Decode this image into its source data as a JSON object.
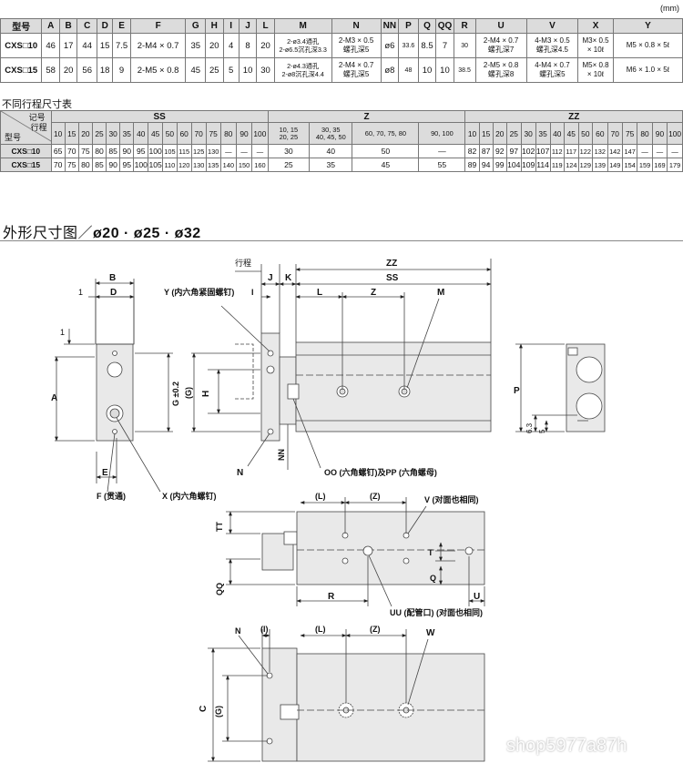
{
  "unit": "(mm)",
  "main_table": {
    "headers": [
      "型号",
      "A",
      "B",
      "C",
      "D",
      "E",
      "F",
      "G",
      "H",
      "I",
      "J",
      "L",
      "M",
      "N",
      "NN",
      "P",
      "Q",
      "QQ",
      "R",
      "U",
      "V",
      "X",
      "Y"
    ],
    "rows": [
      [
        "CXS□10",
        "46",
        "17",
        "44",
        "15",
        "7.5",
        "2-M4 × 0.7",
        "35",
        "20",
        "4",
        "8",
        "20",
        [
          "2-ø3.4通孔",
          "2-ø6.5沉孔深3.3"
        ],
        [
          "2-M3 × 0.5",
          "螺孔深5"
        ],
        "ø6",
        "33.6",
        "8.5",
        "7",
        "30",
        [
          "2-M4 × 0.7",
          "螺孔深7"
        ],
        [
          "4-M3 × 0.5",
          "螺孔深4.5"
        ],
        [
          "M3× 0.5",
          "× 10ℓ"
        ],
        "M5 × 0.8 × 5ℓ"
      ],
      [
        "CXS□15",
        "58",
        "20",
        "56",
        "18",
        "9",
        "2-M5 × 0.8",
        "45",
        "25",
        "5",
        "10",
        "30",
        [
          "2-ø4.3通孔",
          "2-ø8沉孔深4.4"
        ],
        [
          "2-M4 × 0.7",
          "螺孔深5"
        ],
        "ø8",
        "48",
        "10",
        "10",
        "38.5",
        [
          "2-M5 × 0.8",
          "螺孔深8"
        ],
        [
          "4-M4 × 0.7",
          "螺孔深5"
        ],
        [
          "M5× 0.8",
          "× 10ℓ"
        ],
        "M6 × 1.0 × 5ℓ"
      ]
    ]
  },
  "stroke_table": {
    "title": "不同行程尺寸表",
    "corner": {
      "top": "记号",
      "mid": "行程",
      "bottom": "型号"
    },
    "groups": [
      "SS",
      "Z",
      "ZZ"
    ],
    "ss_strokes": [
      "10",
      "15",
      "20",
      "25",
      "30",
      "35",
      "40",
      "45",
      "50",
      "60",
      "70",
      "75",
      "80",
      "90",
      "100"
    ],
    "z_strokes": [
      [
        "10, 15",
        "20, 25"
      ],
      [
        "30, 35",
        "40, 45, 50"
      ],
      [
        "60, 70, 75, 80"
      ],
      [
        "90, 100"
      ]
    ],
    "zz_strokes": [
      "10",
      "15",
      "20",
      "25",
      "30",
      "35",
      "40",
      "45",
      "50",
      "60",
      "70",
      "75",
      "80",
      "90",
      "100"
    ],
    "rows": [
      {
        "model": "CXS□10",
        "ss": [
          "65",
          "70",
          "75",
          "80",
          "85",
          "90",
          "95",
          "100",
          "105",
          "115",
          "125",
          "130",
          "—",
          "—",
          "—"
        ],
        "z": [
          "30",
          "40",
          "50",
          "—"
        ],
        "zz": [
          "82",
          "87",
          "92",
          "97",
          "102",
          "107",
          "112",
          "117",
          "122",
          "132",
          "142",
          "147",
          "—",
          "—",
          "—"
        ]
      },
      {
        "model": "CXS□15",
        "ss": [
          "70",
          "75",
          "80",
          "85",
          "90",
          "95",
          "100",
          "105",
          "110",
          "120",
          "130",
          "135",
          "140",
          "150",
          "160"
        ],
        "z": [
          "25",
          "35",
          "45",
          "55"
        ],
        "zz": [
          "89",
          "94",
          "99",
          "104",
          "109",
          "114",
          "119",
          "124",
          "129",
          "139",
          "149",
          "154",
          "159",
          "169",
          "179"
        ]
      }
    ]
  },
  "section_title": {
    "prefix": "外形尺寸图／",
    "bold": "ø20 · ø25 · ø32"
  },
  "drawing_labels": {
    "B": "B",
    "D": "D",
    "one_a": "1",
    "one_b": "1",
    "A": "A",
    "G": "G ±0.2",
    "E": "E",
    "F": "F (贯通)",
    "X": "X (内六角螺钉)",
    "stroke": "行程",
    "Y": "Y (内六角紧固螺钉)",
    "I": "I",
    "J": "J",
    "K": "K",
    "ZZ": "ZZ",
    "SS": "SS",
    "L": "L",
    "Z": "Z",
    "M": "M",
    "Gp": "(G)",
    "H": "H",
    "NN": "NN",
    "N": "N",
    "OOPP": "OO (六角螺钉)及PP (六角螺母)",
    "P": "P",
    "d63": "6.3",
    "d5": "5",
    "Lp": "(L)",
    "Zp": "(Z)",
    "V": "V (对面也相同)",
    "TT": "TT",
    "T": "T",
    "QQ": "QQ",
    "Q": "Q",
    "R": "R",
    "U": "U",
    "UU": "UU (配管口) (对面也相同)",
    "N2": "N",
    "Ip": "(I)",
    "Lp2": "(L)",
    "Zp2": "(Z)",
    "W": "W",
    "C": "C",
    "Gp2": "(G)"
  },
  "watermark": "shop5977a87h"
}
